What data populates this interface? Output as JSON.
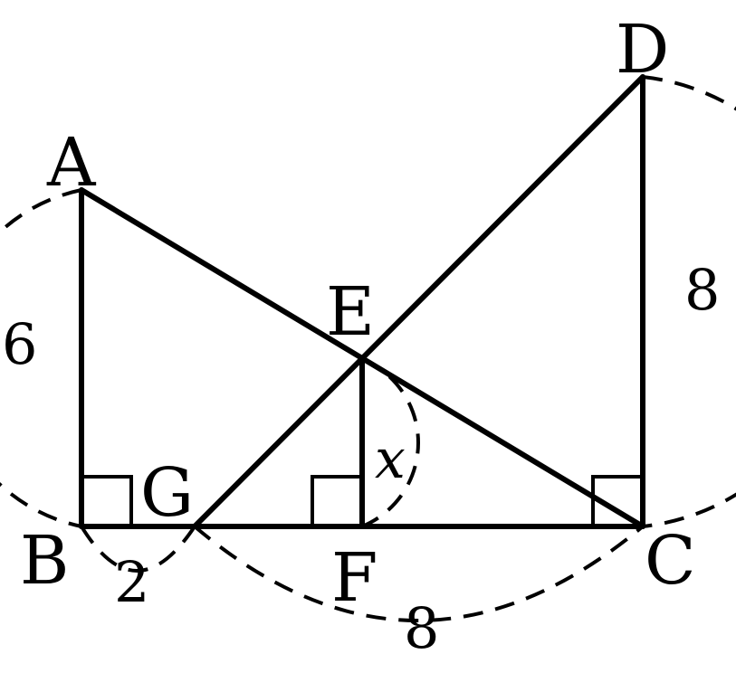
{
  "diagram": {
    "points": {
      "A": "A",
      "B": "B",
      "C": "C",
      "D": "D",
      "E": "E",
      "F": "F",
      "G": "G"
    },
    "measures": {
      "AB": "6",
      "BG": "2",
      "GC": "8",
      "CD": "8",
      "EF": "x"
    },
    "colors": {
      "ink": "#000000",
      "background": "#ffffff"
    }
  }
}
